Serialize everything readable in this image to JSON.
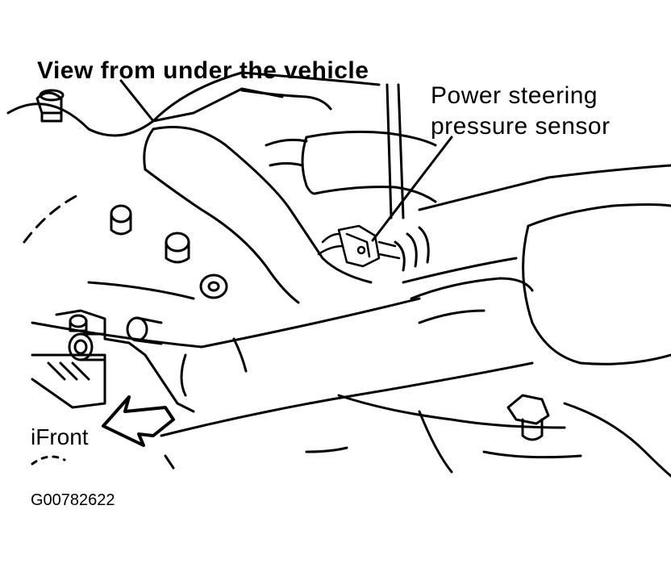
{
  "figure": {
    "title": "View from under the vehicle",
    "callout_line1": "Power steering",
    "callout_line2": "pressure sensor",
    "direction_label": "iFront",
    "figure_id": "G00782622"
  },
  "colors": {
    "ink": "#000000",
    "paper": "#ffffff"
  },
  "icons": {
    "direction_arrow": "front-arrow-icon"
  }
}
